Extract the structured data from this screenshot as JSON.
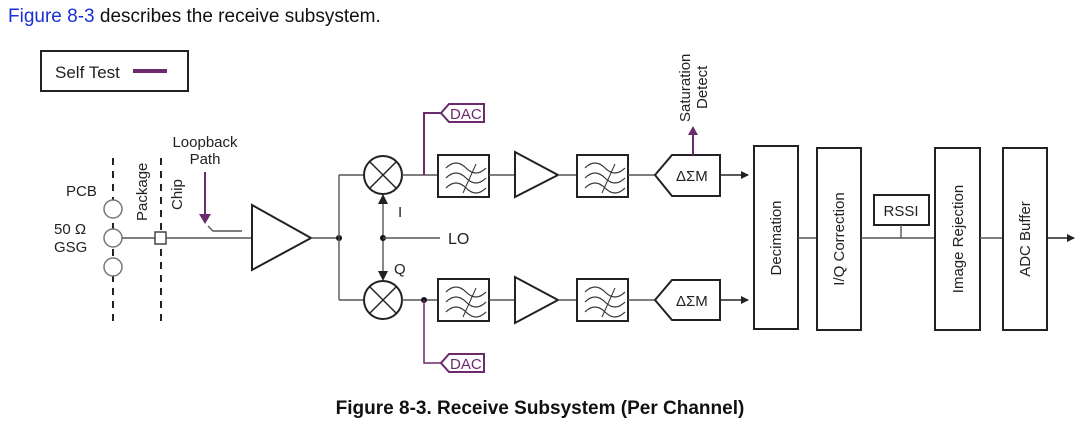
{
  "intro": {
    "link_text": "Figure 8-3",
    "rest_text": " describes the receive subsystem."
  },
  "legend": {
    "label": "Self Test",
    "self_test_color": "#6b2a6b"
  },
  "labels": {
    "pcb": "PCB",
    "ohm": "50 Ω",
    "gsg": "GSG",
    "package": "Package",
    "chip": "Chip",
    "loopback_1": "Loopback",
    "loopback_2": "Path",
    "i": "I",
    "q": "Q",
    "lo": "LO",
    "dac_top": "DAC",
    "dac_bottom": "DAC",
    "saturation_1": "Saturation",
    "saturation_2": "Detect",
    "dsm_top": "ΔΣM",
    "dsm_bottom": "ΔΣM",
    "decimation": "Decimation",
    "iq_correction": "I/Q Correction",
    "rssi": "RSSI",
    "image_rejection": "Image Rejection",
    "adc_buffer": "ADC Buffer"
  },
  "caption": "Figure 8-3. Receive Subsystem (Per Channel)"
}
